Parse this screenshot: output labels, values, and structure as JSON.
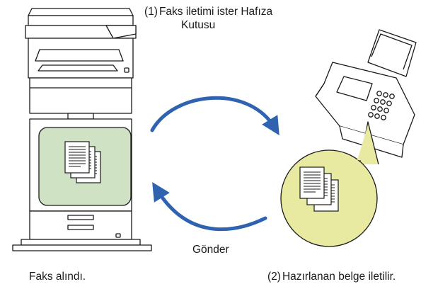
{
  "labels": {
    "step1_number": "(1)",
    "step1_text_line1": "Faks iletimi ister Hafıza",
    "step1_text_line2": "Kutusu",
    "step2_number": "(2)",
    "step2_text": "Hazırlanan belge iletilir.",
    "send": "Gönder",
    "received": "Faks alındı."
  },
  "colors": {
    "arrow": "#2f63b0",
    "mfp_panel": "#cfe3c4",
    "bubble": "#e7eaa0",
    "outline": "#1a1a1a"
  },
  "icons": [
    "multifunction-printer-icon",
    "fax-machine-icon",
    "document-stack-icon",
    "curved-arrow-icon"
  ]
}
